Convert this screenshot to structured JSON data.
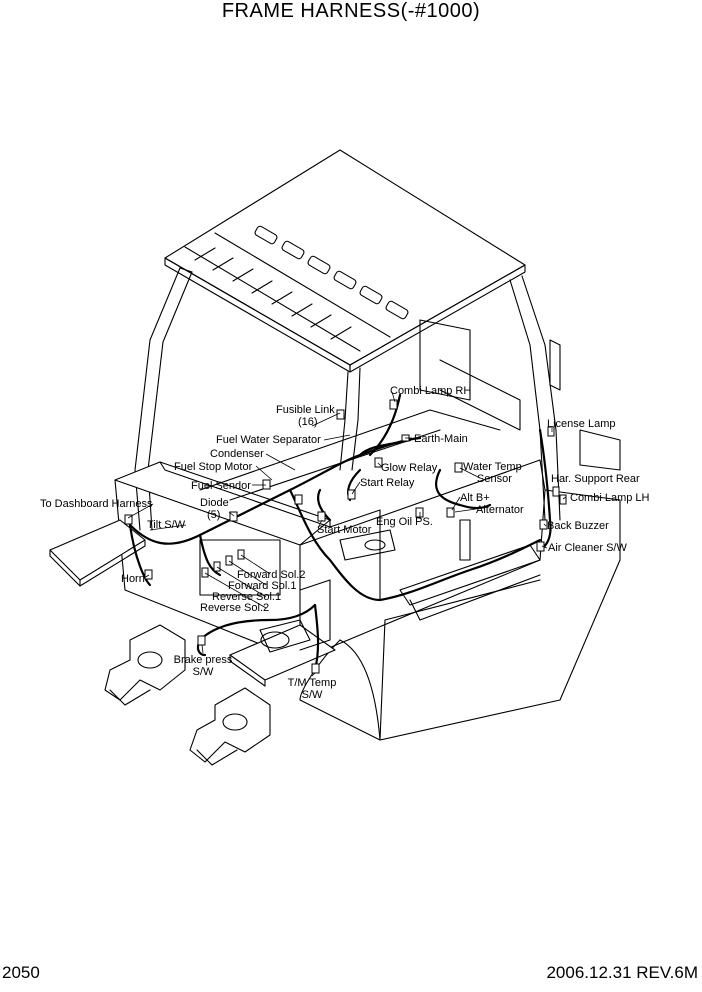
{
  "title": "FRAME HARNESS(-#1000)",
  "page_number": "2050",
  "revision": "2006.12.31 REV.6M",
  "labels": {
    "combi_lamp_rh": "Combi Lamp RH",
    "fusible_link": "Fusible Link",
    "fusible_link_qty": "(16)",
    "license_lamp": "License Lamp",
    "fuel_water_separator": "Fuel  Water Separator",
    "earth_main": "Earth-Main",
    "condenser": "Condenser",
    "fuel_stop_motor": "Fuel  Stop Motor",
    "glow_relay": "Glow Relay",
    "water_temp_sensor_1": "Water Temp",
    "water_temp_sensor_2": "Sensor",
    "har_support_rear": "Har. Support Rear",
    "start_relay": "Start Relay",
    "fuel_sendor": "Fuel Sendor",
    "alt_b": "Alt B+",
    "combi_lamp_lh": "Combi Lamp LH",
    "to_dashboard_harness": "To Dashboard Harness",
    "diode": "Diode",
    "diode_qty": "(5)",
    "alternator": "Alternator",
    "eng_oil_ps": "Eng Oil PS.",
    "tilt_sw": "Tilt S/W",
    "back_buzzer": "Back Buzzer",
    "start_motor": "Start Motor",
    "air_cleaner_sw": "Air Cleaner S/W",
    "horn": "Horn",
    "forward_sol2": "Forward Sol.2",
    "forward_sol1": "Forward Sol.1",
    "reverse_sol1": "Reverse Sol.1",
    "reverse_sol2": "Reverse Sol.2",
    "brake_press_1": "Brake press",
    "brake_press_2": "S/W",
    "tm_temp_1": "T/M Temp",
    "tm_temp_2": "S/W"
  }
}
